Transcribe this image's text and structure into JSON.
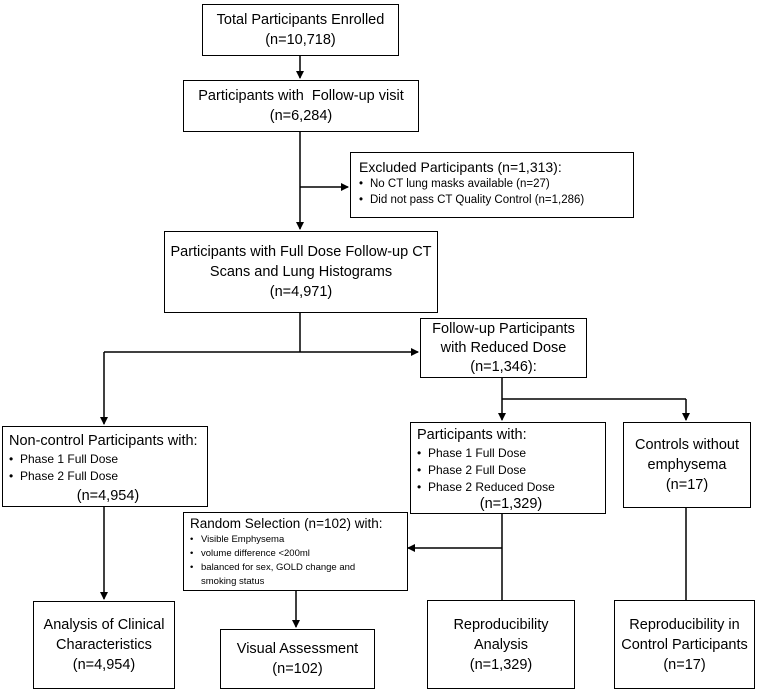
{
  "boxes": {
    "enrolled": {
      "title": "Total Participants Enrolled",
      "n": "(n=10,718)"
    },
    "followup": {
      "title": "Participants with  Follow-up visit",
      "n": "(n=6,284)"
    },
    "excluded": {
      "title": "Excluded Participants (n=1,313):",
      "items": [
        "No CT lung masks available (n=27)",
        "Did not pass CT Quality Control (n=1,286)"
      ]
    },
    "fulldose": {
      "line1": "Participants with Full Dose Follow-up CT",
      "line2": "Scans and Lung Histograms",
      "n": "(n=4,971)"
    },
    "reduced": {
      "line1": "Follow-up Participants",
      "line2": "with Reduced Dose",
      "n": "(n=1,346):"
    },
    "noncontrol": {
      "title": "Non-control Participants with:",
      "items": [
        "Phase 1 Full Dose",
        "Phase 2 Full Dose"
      ],
      "n": "(n=4,954)"
    },
    "pwith": {
      "title": "Participants with:",
      "items": [
        "Phase 1 Full Dose",
        "Phase 2 Full Dose",
        "Phase 2 Reduced Dose"
      ],
      "n": "(n=1,329)"
    },
    "controls": {
      "line1": "Controls without",
      "line2": "emphysema",
      "n": "(n=17)"
    },
    "random": {
      "title": "Random Selection (n=102) with:",
      "items": [
        "Visible Emphysema",
        "volume difference <200ml",
        "balanced for sex, GOLD change and smoking status"
      ]
    },
    "clinical": {
      "line1": "Analysis of Clinical",
      "line2": "Characteristics",
      "n": "(n=4,954)"
    },
    "visual": {
      "line1": "Visual Assessment",
      "n": "(n=102)"
    },
    "repro": {
      "line1": "Reproducibility",
      "line2": "Analysis",
      "n": "(n=1,329)"
    },
    "reprocontrol": {
      "line1": "Reproducibility in",
      "line2": "Control Participants",
      "n": "(n=17)"
    }
  }
}
